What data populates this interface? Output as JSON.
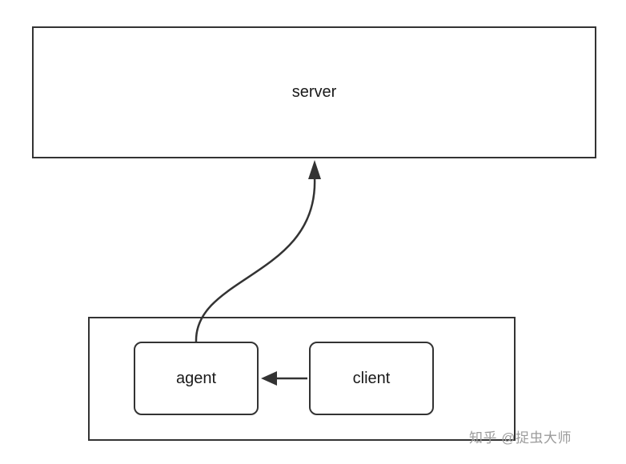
{
  "diagram": {
    "server_label": "server",
    "agent_label": "agent",
    "client_label": "client",
    "edges": [
      {
        "from": "client",
        "to": "agent"
      },
      {
        "from": "agent",
        "to": "server"
      }
    ]
  },
  "watermark_text": "知乎 @捉虫大师",
  "colors": {
    "stroke": "#333333",
    "node_fill": "#ffffff",
    "watermark": "#9b9b9b"
  }
}
